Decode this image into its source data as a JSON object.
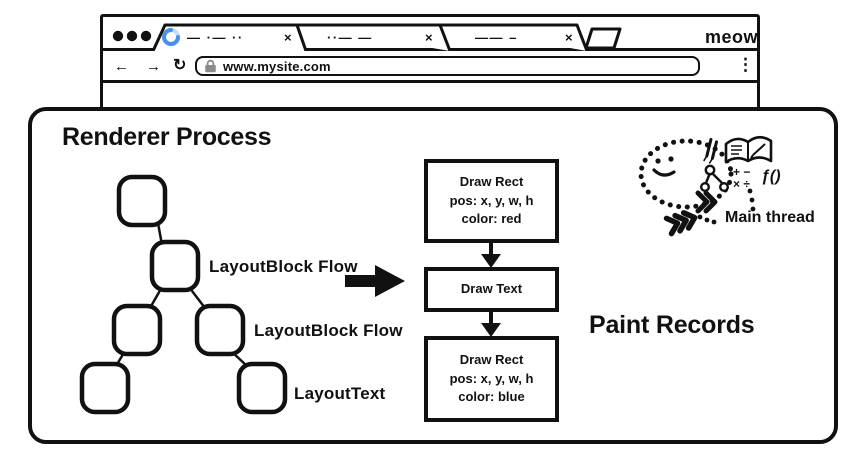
{
  "browser": {
    "brand": "meow",
    "url": "www.mysite.com",
    "nav": {
      "back": "←",
      "forward": "→",
      "reload": "↻",
      "menu": "⋮"
    },
    "tabs": [
      {
        "scribble": "— ·— ··",
        "close": "×",
        "loading": true
      },
      {
        "scribble": "··— —",
        "close": "×",
        "loading": false
      },
      {
        "scribble": "—— –",
        "close": "×",
        "loading": false
      }
    ]
  },
  "diagram": {
    "title": "Renderer Process",
    "layout_tree": {
      "labels": [
        "LayoutBlock Flow",
        "LayoutBlock Flow",
        "LayoutText"
      ]
    },
    "paint_records": {
      "heading": "Paint Records",
      "records": [
        {
          "line1": "Draw Rect",
          "line2": "pos: x, y, w, h",
          "line3": "color: red"
        },
        {
          "line1": "Draw Text"
        },
        {
          "line1": "Draw Rect",
          "line2": "pos: x, y, w, h",
          "line3": "color: blue"
        }
      ]
    },
    "main_thread": {
      "label": "Main thread",
      "math_plus_minus": "+ −",
      "math_times_div": "× ÷",
      "function_symbol": "ƒ()"
    }
  },
  "colors": {
    "ink": "#111111",
    "spinner_blue": "#4a8fe8",
    "spinner_light": "#c3ddf8",
    "lock_gray": "#8b8b8b"
  }
}
